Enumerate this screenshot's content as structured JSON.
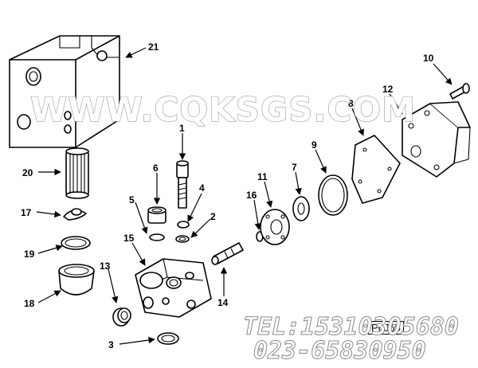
{
  "callouts": [
    "21",
    "20",
    "17",
    "19",
    "18",
    "13",
    "3",
    "15",
    "5",
    "6",
    "1",
    "4",
    "2",
    "14",
    "16",
    "11",
    "7",
    "9",
    "8",
    "12",
    "10"
  ],
  "watermark": "WWW.CQKSGS.COM",
  "contact": {
    "tel": "TEL:15310305680",
    "phone": "023-65830950"
  },
  "reference_code": "P6J55",
  "colors": {
    "ink": "#000000",
    "watermark_stroke": "#9a9a9a",
    "background": "#ffffff"
  }
}
